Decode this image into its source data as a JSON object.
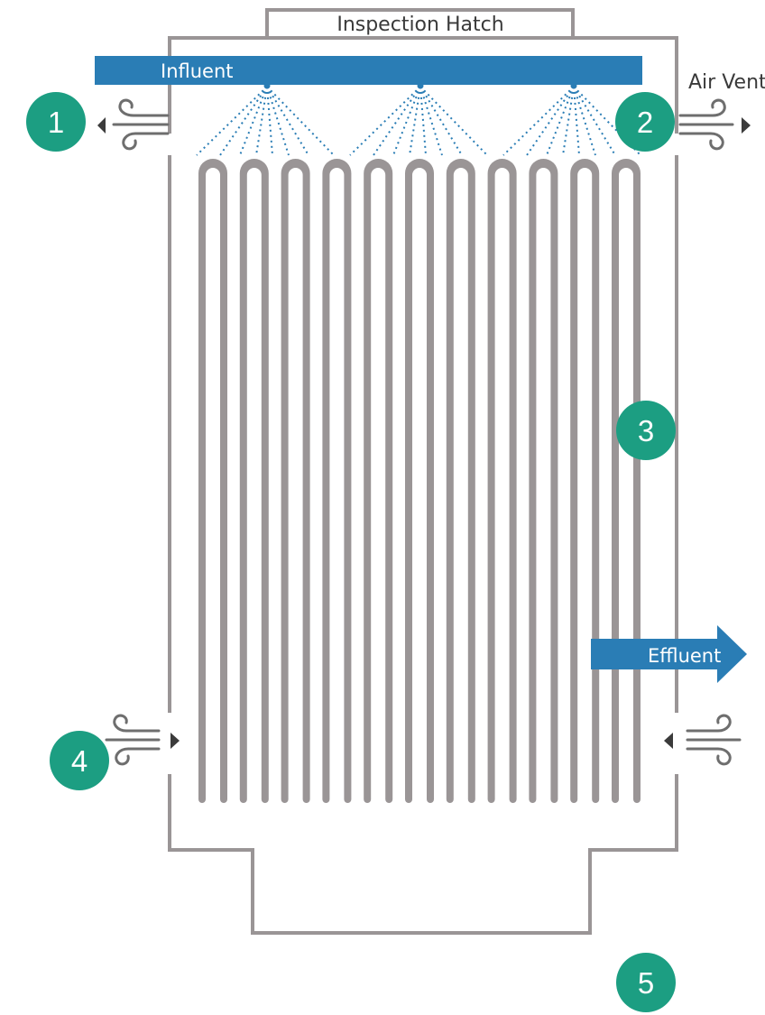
{
  "labels": {
    "inspection_hatch": "Inspection Hatch",
    "influent": "Influent",
    "air_vent": "Air Vent",
    "effluent": "Effluent"
  },
  "badges": [
    "1",
    "2",
    "3",
    "4",
    "5"
  ],
  "colors": {
    "outline": "#9a9596",
    "tube": "#9a9596",
    "pipe_blue": "#2a7db5",
    "badge_green": "#1c9e82",
    "arrow_dark": "#3b3b3b",
    "spray": "#2a7db5"
  },
  "icons": [
    "wind-icon",
    "triangle-arrow-icon",
    "spray-nozzle-icon"
  ]
}
